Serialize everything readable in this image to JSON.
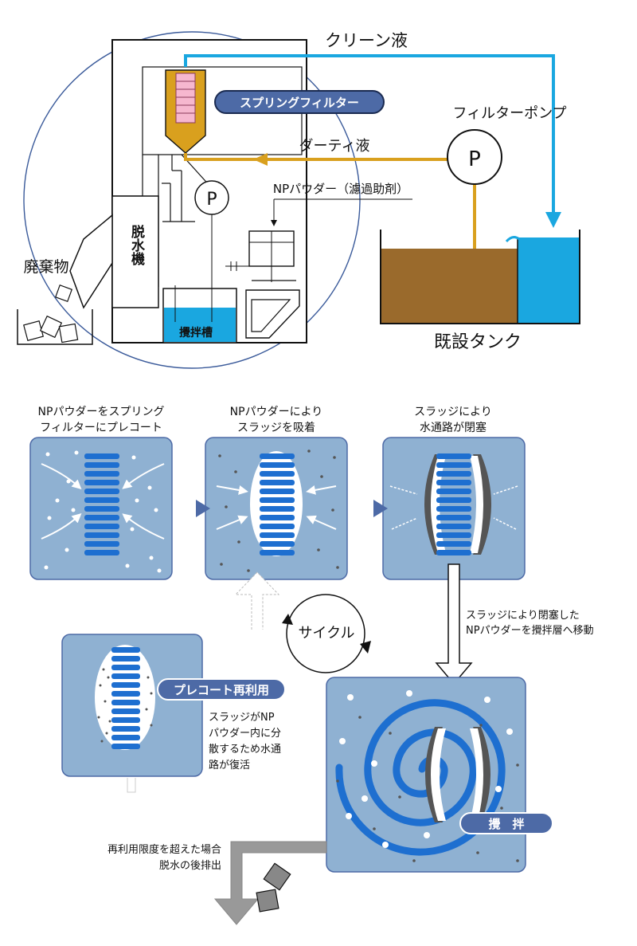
{
  "system": {
    "clean_liquid": "クリーン液",
    "spring_filter": "スプリングフィルター",
    "filter_pump": "フィルターポンプ",
    "pump_symbol": "P",
    "dirty_liquid": "ダーティ液",
    "np_powder": "NPパウダー（濾過助剤）",
    "dewatering": "脱水機",
    "waste": "廃棄物",
    "stir_tank": "攪拌槽",
    "existing_tank": "既設タンク"
  },
  "steps": {
    "s1_line1": "NPパウダーをスプリング",
    "s1_line2": "フィルターにプレコート",
    "s2_line1": "NPパウダーにより",
    "s2_line2": "スラッジを吸着",
    "s3_line1": "スラッジにより",
    "s3_line2": "水通路が閉塞",
    "move_line1": "スラッジにより閉塞した",
    "move_line2": "NPパウダーを攪拌層へ移動",
    "cycle": "サイクル",
    "reuse_badge": "プレコート再利用",
    "reuse_l1": "スラッジがNP",
    "reuse_l2": "パウダー内に分",
    "reuse_l3": "散するため水通",
    "reuse_l4": "路が復活",
    "stir_badge": "攪　拌",
    "discharge_l1": "再利用限度を超えた場合",
    "discharge_l2": "脱水の後排出"
  },
  "colors": {
    "clean": "#1aa7e0",
    "dirty": "#d9a01e",
    "sludge_tank": "#9a6a2c",
    "panel": "#8fb1d2",
    "coil": "#1e6fd0",
    "badge": "#4d6aa6"
  }
}
